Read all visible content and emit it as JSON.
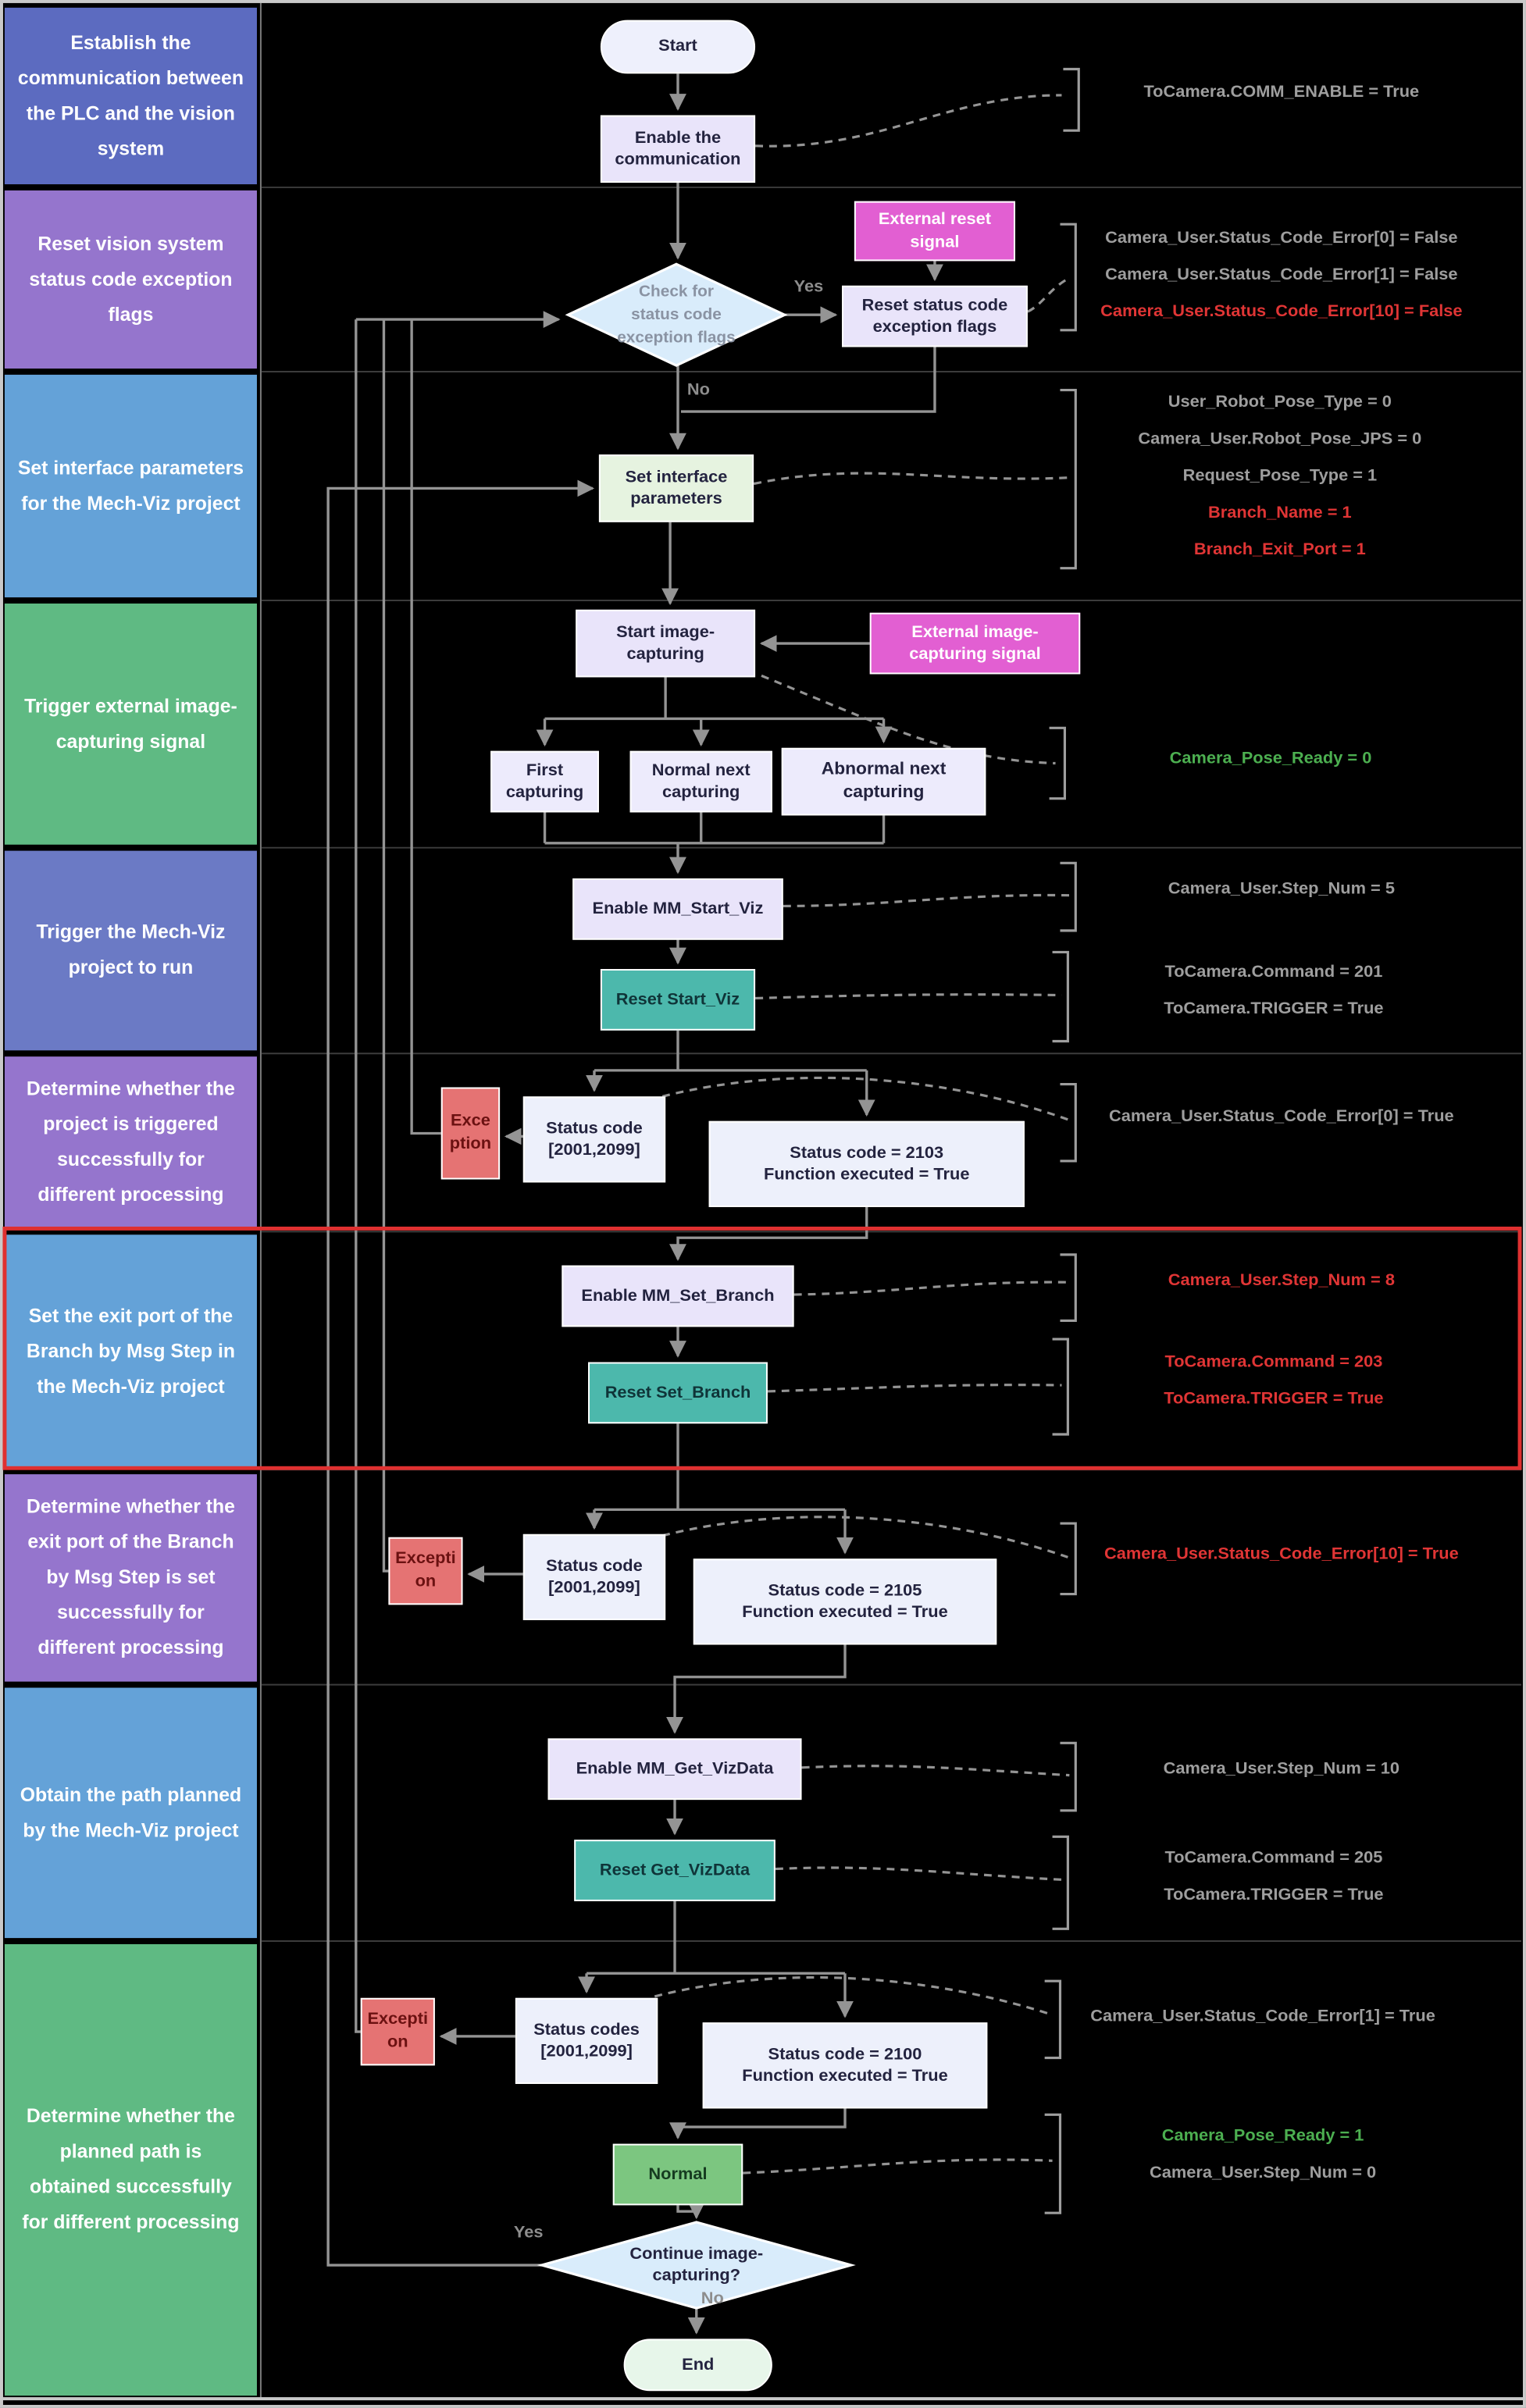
{
  "sidebar": {
    "rows": [
      {
        "label": "Establish the communication between the PLC and the vision system"
      },
      {
        "label": "Reset vision system status code exception flags"
      },
      {
        "label": "Set interface parameters for the Mech-Viz project"
      },
      {
        "label": "Trigger external image-capturing signal"
      },
      {
        "label": "Trigger the Mech-Viz project to run"
      },
      {
        "label": "Determine whether the project is triggered successfully for different processing"
      },
      {
        "label": "Set the exit port of the Branch by Msg Step in the Mech-Viz project"
      },
      {
        "label": "Determine whether the exit port of the Branch by Msg Step is set successfully for different processing"
      },
      {
        "label": "Obtain the path planned by the Mech-Viz project"
      },
      {
        "label": "Determine whether the planned path is obtained successfully for different processing"
      }
    ]
  },
  "flow": {
    "start": "Start",
    "enable_comm": "Enable the communication",
    "check_diamond": {
      "l1": "Check for",
      "l2": "status code",
      "l3": "exception flags"
    },
    "external_reset": "External reset signal",
    "reset_flags": "Reset status code exception flags",
    "set_interface": "Set interface parameters",
    "start_capture": "Start image-capturing",
    "external_capture": "External image-capturing signal",
    "first_capture": "First capturing",
    "normal_next": "Normal next capturing",
    "abnormal_next": "Abnormal next capturing",
    "enable_start_viz": "Enable MM_Start_Viz",
    "reset_start_viz": "Reset Start_Viz",
    "exception1": "Exception",
    "status_range1": "Status code [2001,2099]",
    "status_2103": {
      "l1": "Status code = 2103",
      "l2": "Function executed = True"
    },
    "enable_set_branch": "Enable MM_Set_Branch",
    "reset_set_branch": "Reset Set_Branch",
    "exception2": "Exception",
    "status_range2": "Status code [2001,2099]",
    "status_2105": {
      "l1": "Status code = 2105",
      "l2": "Function executed = True"
    },
    "enable_get_vizdata": "Enable MM_Get_VizData",
    "reset_get_vizdata": "Reset Get_VizData",
    "exception3": "Exception",
    "status_range3": "Status codes [2001,2099]",
    "status_2100": {
      "l1": "Status code = 2100",
      "l2": "Function executed = True"
    },
    "normal": "Normal",
    "continue_diamond": {
      "l1": "Continue image-",
      "l2": "capturing?"
    },
    "end": "End"
  },
  "edge_labels": {
    "yes_top": "Yes",
    "no_top": "No",
    "yes_bottom": "Yes",
    "no_bottom": "No"
  },
  "annotations": [
    {
      "lines": [
        {
          "text": "ToCamera.COMM_ENABLE = True",
          "tone": "gray"
        }
      ]
    },
    {
      "lines": [
        {
          "text": "Camera_User.Status_Code_Error[0] = False",
          "tone": "gray"
        },
        {
          "text": "Camera_User.Status_Code_Error[1] = False",
          "tone": "gray"
        },
        {
          "text": "Camera_User.Status_Code_Error[10] = False",
          "tone": "red"
        }
      ]
    },
    {
      "lines": [
        {
          "text": "User_Robot_Pose_Type = 0",
          "tone": "gray"
        },
        {
          "text": "Camera_User.Robot_Pose_JPS = 0",
          "tone": "gray"
        },
        {
          "text": "Request_Pose_Type = 1",
          "tone": "gray"
        },
        {
          "text": "Branch_Name = 1",
          "tone": "red"
        },
        {
          "text": "Branch_Exit_Port = 1",
          "tone": "red"
        }
      ]
    },
    {
      "lines": [
        {
          "text": "Camera_Pose_Ready = 0",
          "tone": "green"
        }
      ]
    },
    {
      "lines": [
        {
          "text": "Camera_User.Step_Num = 5",
          "tone": "gray"
        }
      ]
    },
    {
      "lines": [
        {
          "text": "ToCamera.Command = 201",
          "tone": "gray"
        },
        {
          "text": "ToCamera.TRIGGER = True",
          "tone": "gray"
        }
      ]
    },
    {
      "lines": [
        {
          "text": "Camera_User.Status_Code_Error[0] = True",
          "tone": "gray"
        }
      ]
    },
    {
      "lines": [
        {
          "text": "Camera_User.Step_Num = 8",
          "tone": "red"
        }
      ]
    },
    {
      "lines": [
        {
          "text": "ToCamera.Command = 203",
          "tone": "red"
        },
        {
          "text": "ToCamera.TRIGGER = True",
          "tone": "red"
        }
      ]
    },
    {
      "lines": [
        {
          "text": "Camera_User.Status_Code_Error[10] = True",
          "tone": "red"
        }
      ]
    },
    {
      "lines": [
        {
          "text": "Camera_User.Step_Num = 10",
          "tone": "gray"
        }
      ]
    },
    {
      "lines": [
        {
          "text": "ToCamera.Command = 205",
          "tone": "gray"
        },
        {
          "text": "ToCamera.TRIGGER = True",
          "tone": "gray"
        }
      ]
    },
    {
      "lines": [
        {
          "text": "Camera_User.Status_Code_Error[1] = True",
          "tone": "gray"
        }
      ]
    },
    {
      "lines": [
        {
          "text": "Camera_Pose_Ready = 1",
          "tone": "green"
        },
        {
          "text": "Camera_User.Step_Num = 0",
          "tone": "gray"
        }
      ]
    }
  ],
  "colors": {
    "highlight_red": "#df3030",
    "annotation_gray": "#9e9e9e",
    "annotation_red": "#e03535",
    "annotation_green": "#4caf50",
    "teal_node": "#4cb8ac",
    "magenta_node": "#e25fd2",
    "sidebar_indigo": "#5c6bc0",
    "sidebar_purple": "#9575cd",
    "sidebar_blue": "#64a2d8",
    "sidebar_green": "#5fba83"
  }
}
